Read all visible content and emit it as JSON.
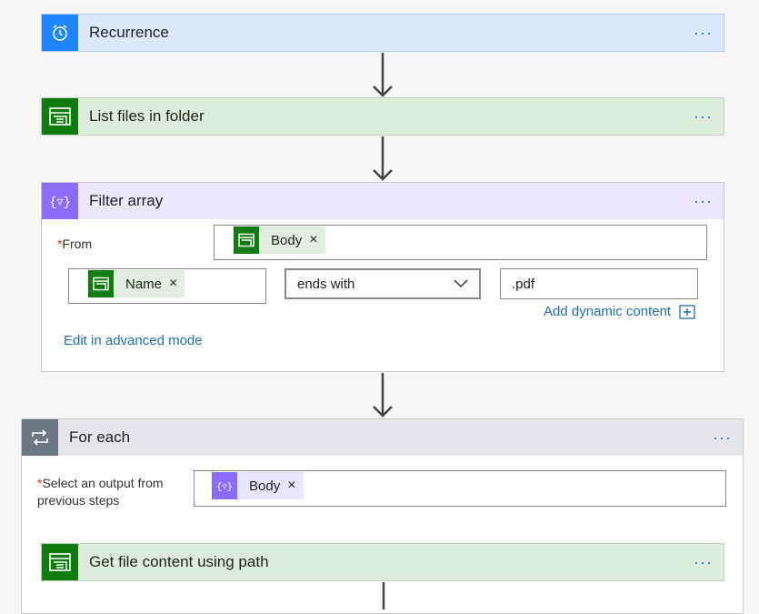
{
  "steps": {
    "recurrence": {
      "title": "Recurrence",
      "more": "···",
      "icon": "alarm-clock-icon",
      "color": "#1f85ff"
    },
    "list_files": {
      "title": "List files in folder",
      "more": "···",
      "icon": "file-system-icon",
      "color": "#107c10"
    },
    "filter_array": {
      "title": "Filter array",
      "more": "···",
      "icon": "filter-braces-icon",
      "color": "#8c6cff",
      "from_label": "From",
      "required_mark": "*",
      "from_token": "Body",
      "condition": {
        "left_token": "Name",
        "operator": "ends with",
        "right_value": ".pdf"
      },
      "add_dynamic": "Add dynamic content",
      "edit_advanced": "Edit in advanced mode"
    },
    "for_each": {
      "title": "For each",
      "more": "···",
      "icon": "loop-icon",
      "color": "#6b7782",
      "select_label_line1": "Select an output from",
      "select_label_line2": "previous steps",
      "required_mark": "*",
      "token": "Body"
    },
    "get_file": {
      "title": "Get file content using path",
      "more": "···",
      "icon": "file-system-icon",
      "color": "#107c10"
    }
  },
  "token_remove": "×"
}
